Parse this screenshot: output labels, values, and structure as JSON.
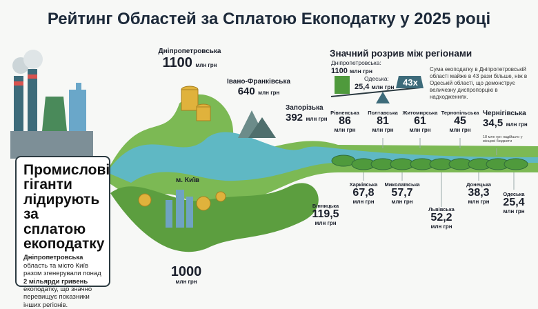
{
  "title": "Рейтинг Областей за Сплатою Екоподатку у 2025 році",
  "card": {
    "heading": "Промислові гіганти лідирують за сплатою екоподатку",
    "text_bold_1": "Дніпропетровська",
    "text_1": " область та місто Київ разом згенерували понад ",
    "text_bold_2": "2 мільярди гривень",
    "text_2": " екоподатку, що значно перевищує показники інших регіонів."
  },
  "gap": {
    "title": "Значний розрив між регіонами",
    "left_region": "Дніпропетровська:",
    "left_value": "1100",
    "right_region": "Одеська:",
    "right_value": "25,4",
    "unit": "млн грн",
    "ratio": "43x",
    "text": "Сума екоподатку в Дніпропетровській області майже в 43 рази більше, ніж в Одеській області, що демонструє величезну диспропорцію в надходженнях."
  },
  "unit": "млн грн",
  "regions": [
    {
      "name": "Дніпропетровська",
      "value": "1100"
    },
    {
      "name": "м. Київ",
      "value": "1000"
    },
    {
      "name": "Івано-Франківська",
      "value": "640"
    },
    {
      "name": "Запорізька",
      "value": "392"
    },
    {
      "name": "Вінницька",
      "value": "119,5"
    },
    {
      "name": "Рівненська",
      "value": "86"
    },
    {
      "name": "Полтавська",
      "value": "81"
    },
    {
      "name": "Харківська",
      "value": "67,8"
    },
    {
      "name": "Житомирська",
      "value": "61"
    },
    {
      "name": "Миколаївська",
      "value": "57,7"
    },
    {
      "name": "Львівська",
      "value": "52,2"
    },
    {
      "name": "Тернопільська",
      "value": "45"
    },
    {
      "name": "Донецька",
      "value": "38,3"
    },
    {
      "name": "Чернігівська",
      "value": "34,5"
    },
    {
      "name": "Одеська",
      "value": "25,4"
    }
  ],
  "chernihiv_note": "18 млн грн надійшло у місцеві бюджети",
  "colors": {
    "title": "#1d2a3a",
    "river": "#5fb8c4",
    "land": "#6fae4a",
    "dark_green": "#2f6b3a",
    "coin": "#e0b23c"
  }
}
